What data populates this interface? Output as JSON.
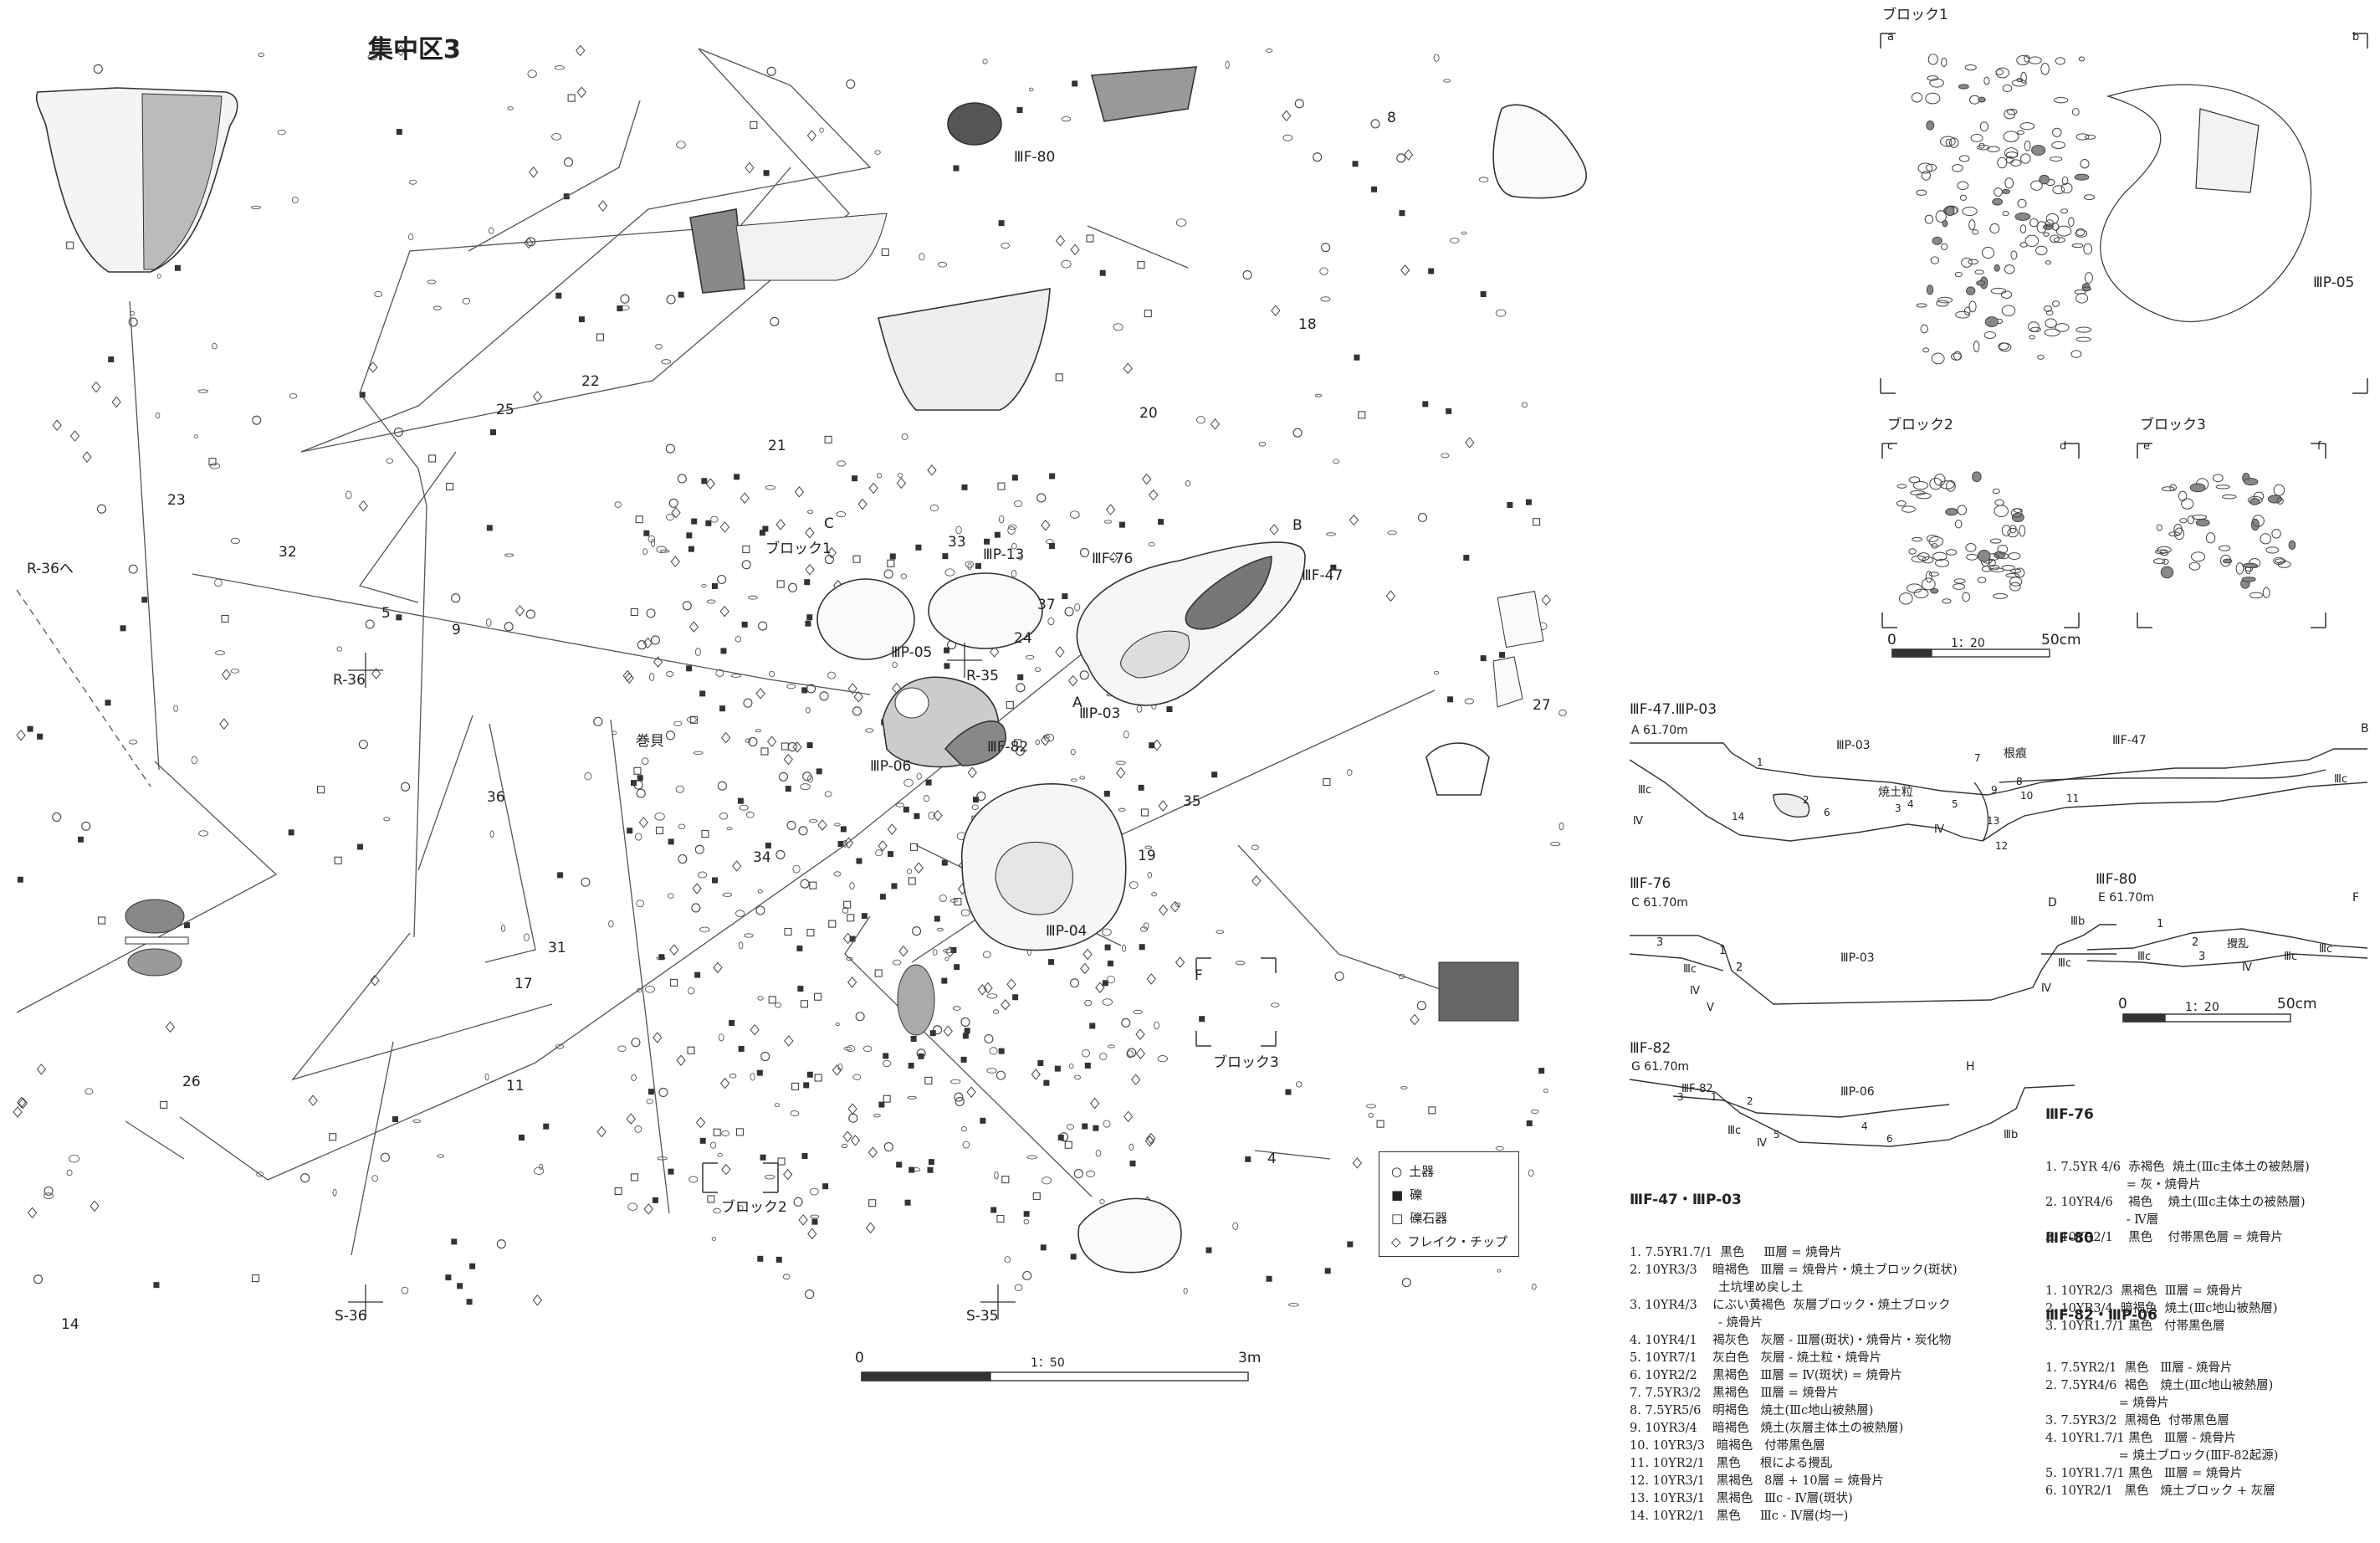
{
  "main_title": "集中区3",
  "grid_labels": {
    "r36": "R-36",
    "s36": "S-36",
    "s35": "S-35",
    "r35": "R-35",
    "r36_to": "R-36へ"
  },
  "feature_labels": {
    "f80": "ⅢF-80",
    "f76": "ⅢF-76",
    "f47": "ⅢF-47",
    "p13": "ⅢP-13",
    "p05": "ⅢP-05",
    "p03": "ⅢP-03",
    "f82": "ⅢF-82",
    "p06": "ⅢP-06",
    "p04": "ⅢP-04",
    "block1": "ブロック1",
    "block2": "ブロック2",
    "block3": "ブロック3",
    "makigai": "巻貝",
    "corner_a": "A",
    "corner_b": "B",
    "corner_c": "C",
    "corner_f": "F"
  },
  "numbers": [
    "8",
    "18",
    "20",
    "21",
    "22",
    "25",
    "23",
    "32",
    "5",
    "9",
    "36",
    "33",
    "37",
    "24",
    "27",
    "35",
    "19",
    "34",
    "31",
    "17",
    "11",
    "26",
    "4",
    "14"
  ],
  "legend": {
    "items": [
      {
        "symbol": "○",
        "label": "土器"
      },
      {
        "symbol": "■",
        "label": "礫"
      },
      {
        "symbol": "□",
        "label": "礫石器"
      },
      {
        "symbol": "◇",
        "label": "フレイク・チップ"
      }
    ]
  },
  "scales": {
    "main": {
      "zero": "0",
      "ratio": "1：50",
      "end": "3m"
    },
    "blocks": {
      "zero": "0",
      "ratio": "1：20",
      "end": "50cm"
    },
    "sections": {
      "zero": "0",
      "ratio": "1：20",
      "end": "50cm"
    }
  },
  "block_panels": {
    "b1": {
      "title": "ブロック1",
      "c1": "a",
      "c2": "b",
      "feature": "ⅢP-05"
    },
    "b2": {
      "title": "ブロック2",
      "c1": "c",
      "c2": "d"
    },
    "b3": {
      "title": "ブロック3",
      "c1": "e",
      "c2": "f"
    }
  },
  "sections": {
    "s1": {
      "title": "ⅢF-47.ⅢP-03",
      "left": "A 61.70m",
      "right": "B",
      "p03": "ⅢP-03",
      "f47": "ⅢF-47",
      "shodo": "焼土粒",
      "neko": "根痕",
      "layers": [
        "1",
        "2",
        "3",
        "4",
        "5",
        "6",
        "7",
        "8",
        "9",
        "10",
        "11",
        "12",
        "13",
        "14"
      ],
      "c_left": "Ⅲc",
      "c_right": "Ⅲc",
      "iv_left": "Ⅳ",
      "iv_mid": "Ⅳ"
    },
    "s2": {
      "title": "ⅢF-76",
      "left": "C 61.70m",
      "right": "D",
      "p03": "ⅢP-03",
      "l1": "1",
      "l2": "2",
      "l3": "3",
      "b": "Ⅲb",
      "c_left": "Ⅲc",
      "c_right": "Ⅲc",
      "iv_left": "Ⅳ",
      "iv_right": "Ⅳ",
      "v": "Ⅴ"
    },
    "s3": {
      "title": "ⅢF-80",
      "left": "E 61.70m",
      "right": "F",
      "l1": "1",
      "l2": "2",
      "l3": "3",
      "kakuran": "攪乱",
      "c1": "Ⅲc",
      "c2": "Ⅲc",
      "c3": "Ⅲc",
      "iv": "Ⅳ"
    },
    "s4": {
      "title": "ⅢF-82",
      "left": "G 61.70m",
      "right": "H",
      "f82": "ⅢF-82",
      "p06": "ⅢP-06",
      "layers": [
        "1",
        "2",
        "3",
        "4",
        "5",
        "6"
      ],
      "b": "Ⅲb",
      "c": "Ⅲc",
      "iv": "Ⅳ"
    }
  },
  "notes": {
    "f47_p03": {
      "title": "ⅢF-47・ⅢP-03",
      "lines": [
        "1. 7.5YR1.7/1  黒色     Ⅲ層 = 焼骨片",
        "2. 10YR3/3    暗褐色   Ⅲ層 = 焼骨片・焼土ブロック(斑状)",
        "                       土坑埋め戻し土",
        "3. 10YR4/3    にぶい黄褐色  灰層ブロック・焼土ブロック",
        "                       - 焼骨片",
        "4. 10YR4/1    褐灰色   灰層 - Ⅲ層(斑状)・焼骨片・炭化物",
        "5. 10YR7/1    灰白色   灰層 - 焼土粒・焼骨片",
        "6. 10YR2/2    黒褐色   Ⅲ層 = Ⅳ(斑状) = 焼骨片",
        "7. 7.5YR3/2   黒褐色   Ⅲ層 = 焼骨片",
        "8. 7.5YR5/6   明褐色   焼土(Ⅲc地山被熱層)",
        "9. 10YR3/4    暗褐色   焼土(灰層主体土の被熱層)",
        "10. 10YR3/3   暗褐色   付帯黒色層",
        "11. 10YR2/1   黒色     根による攪乱",
        "12. 10YR3/1   黒褐色   8層 + 10層 = 焼骨片",
        "13. 10YR3/1   黒褐色   Ⅲc - Ⅳ層(斑状)",
        "14. 10YR2/1   黒色     Ⅲc - Ⅳ層(均一)"
      ]
    },
    "f76": {
      "title": "ⅢF-76",
      "lines": [
        "1. 7.5YR 4/6  赤褐色  焼土(Ⅲc主体土の被熱層)",
        "                     = 灰・焼骨片",
        "2. 10YR4/6    褐色    焼土(Ⅲc主体土の被熱層)",
        "                     - Ⅳ層",
        "3. 10YR2/1    黒色    付帯黒色層 = 焼骨片"
      ]
    },
    "f80": {
      "title": "ⅢF-80",
      "lines": [
        "1. 10YR2/3  黒褐色  Ⅲ層 = 焼骨片",
        "2. 10YR3/4  暗褐色  焼土(Ⅲc地山被熱層)",
        "3. 10YR1.7/1 黒色   付帯黒色層"
      ]
    },
    "f82_p06": {
      "title": "ⅢF-82・ⅢP-06",
      "lines": [
        "1. 7.5YR2/1  黒色   Ⅲ層 - 焼骨片",
        "2. 7.5YR4/6  褐色   焼土(Ⅲc地山被熱層)",
        "                   = 焼骨片",
        "3. 7.5YR3/2  黒褐色  付帯黒色層",
        "4. 10YR1.7/1 黒色   Ⅲ層 - 焼骨片",
        "                   = 焼土ブロック(ⅢF-82起源)",
        "5. 10YR1.7/1 黒色   Ⅲ層 = 焼骨片",
        "6. 10YR2/1   黒色   焼土ブロック + 灰層"
      ]
    }
  }
}
